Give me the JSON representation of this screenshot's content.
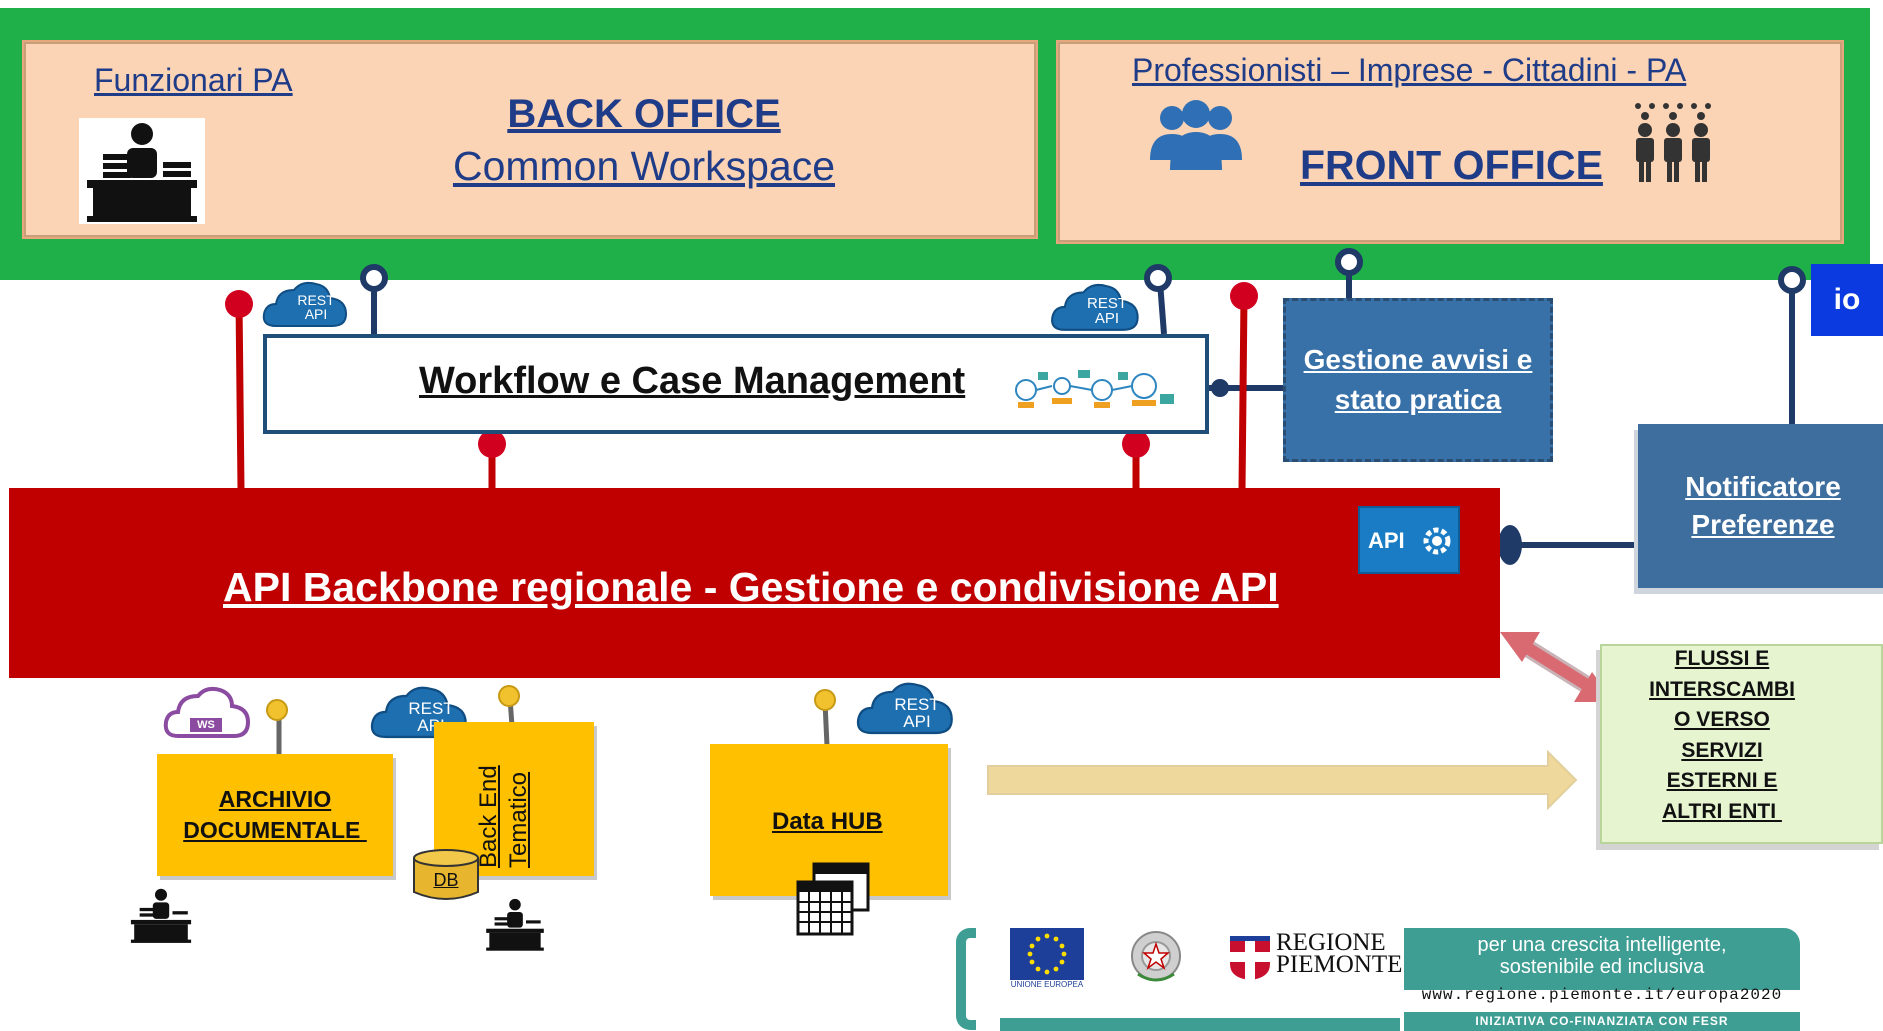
{
  "back_office": {
    "audience": "Funzionari PA",
    "title": "BACK OFFICE",
    "subtitle": "Common Workspace"
  },
  "front_office": {
    "audience": "Professionisti – Imprese - Cittadini - PA",
    "title": "FRONT OFFICE"
  },
  "workflow": {
    "label": "Workflow e Case Management"
  },
  "gestione": {
    "line1": "Gestione avvisi e",
    "line2": "stato pratica"
  },
  "notificatore": {
    "line1": "Notificatore",
    "line2": "Preferenze"
  },
  "backbone": {
    "label": "API Backbone regionale - Gestione e condivisione API"
  },
  "badges": {
    "rest": "REST",
    "api": "API",
    "api_gear": "API",
    "ws": "WS",
    "db": "DB",
    "io": "io"
  },
  "archivio": {
    "line1": "ARCHIVIO",
    "line2": "DOCUMENTALE "
  },
  "backend": {
    "line1": "Back End",
    "line2": "Tematico"
  },
  "datahub": {
    "label": "Data HUB"
  },
  "flussi": {
    "lines": [
      "FLUSSI E",
      "INTERSCAMBI",
      "O VERSO",
      "SERVIZI",
      "ESTERNI E",
      "ALTRI ENTI "
    ]
  },
  "footer": {
    "eu_label": "UNIONE EUROPEA",
    "regione_line1": "REGIONE",
    "regione_line2": "PIEMONTE",
    "tagline1": "per una crescita intelligente,",
    "tagline2": "sostenibile ed inclusiva",
    "url": "www.regione.piemonte.it/europa2020",
    "cofin": "INIZIATIVA CO-FINANZIATA CON FESR"
  },
  "colors": {
    "green_band": "#1fb04a",
    "peach": "#fbd3b5",
    "navy": "#1f3c88",
    "backbone_red": "#c00000",
    "steel_blue": "#3870a8",
    "yellow": "#ffc000",
    "light_green": "#e6f5d0",
    "teal": "#3f9e93"
  }
}
